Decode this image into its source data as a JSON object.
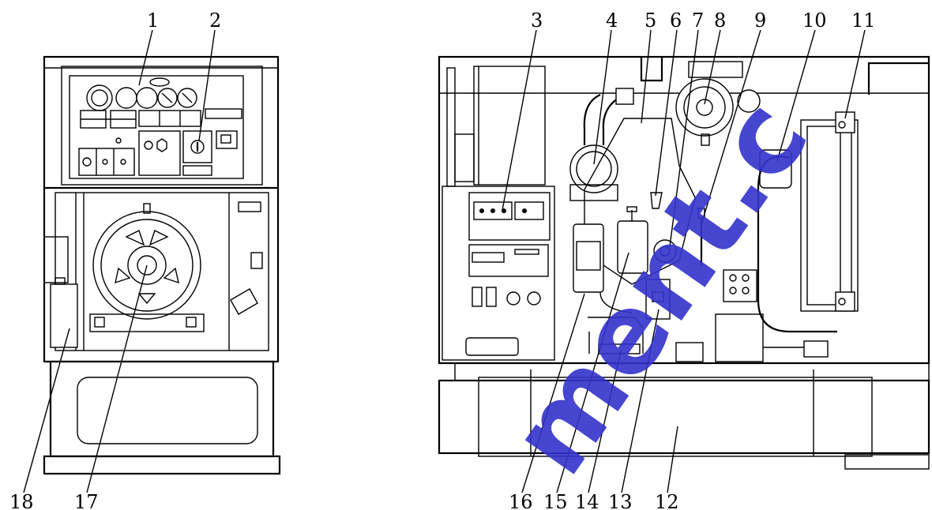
{
  "callouts": [
    {
      "id": "c1",
      "label": "1"
    },
    {
      "id": "c2",
      "label": "2"
    },
    {
      "id": "c3",
      "label": "3"
    },
    {
      "id": "c4",
      "label": "4"
    },
    {
      "id": "c5",
      "label": "5"
    },
    {
      "id": "c6",
      "label": "6"
    },
    {
      "id": "c7",
      "label": "7"
    },
    {
      "id": "c8",
      "label": "8"
    },
    {
      "id": "c9",
      "label": "9"
    },
    {
      "id": "c10",
      "label": "10"
    },
    {
      "id": "c11",
      "label": "11"
    },
    {
      "id": "c12",
      "label": "12"
    },
    {
      "id": "c13",
      "label": "13"
    },
    {
      "id": "c14",
      "label": "14"
    },
    {
      "id": "c15",
      "label": "15"
    },
    {
      "id": "c16",
      "label": "16"
    },
    {
      "id": "c17",
      "label": "17"
    },
    {
      "id": "c18",
      "label": "18"
    }
  ],
  "watermark": {
    "text": "ment.c",
    "color": "#3333cc"
  }
}
